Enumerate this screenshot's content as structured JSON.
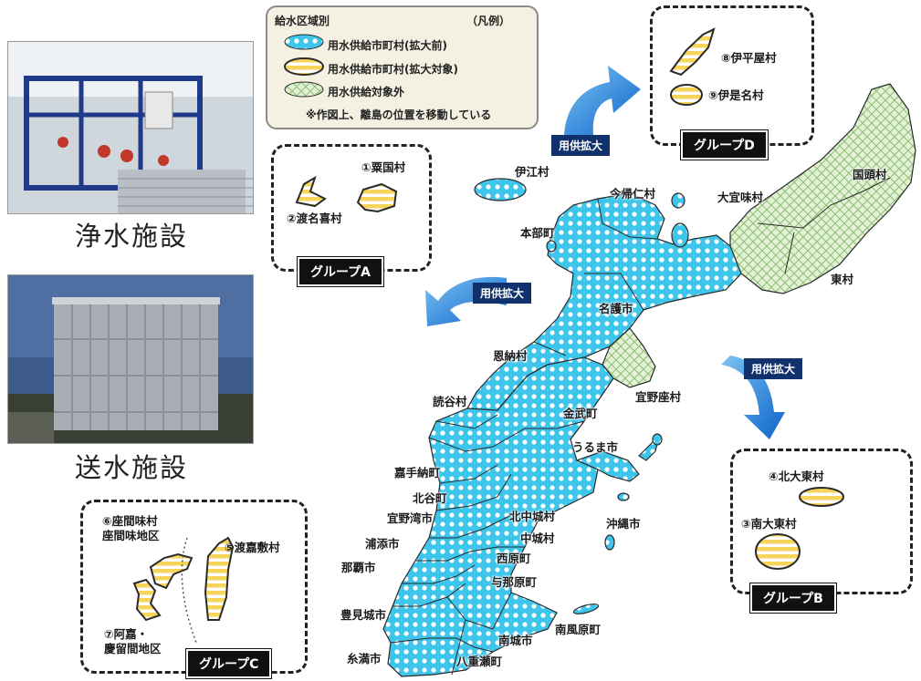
{
  "captions": {
    "water_treatment": "浄水施設",
    "water_transmission": "送水施設"
  },
  "legend": {
    "title": "給水区域別",
    "key_label": "（凡例）",
    "items": [
      {
        "label": "用水供給市町村(拡大前)",
        "style": "blue-dots"
      },
      {
        "label": "用水供給市町村(拡大対象)",
        "style": "yellow-stripes"
      },
      {
        "label": "用水供給対象外",
        "style": "green-crosshatch"
      }
    ],
    "note": "※作図上、離島の位置を移動している"
  },
  "colors": {
    "served": "#3ec5ec",
    "expansion": "#f7d55a",
    "excluded": "#d6ecc4",
    "badge": "#111111",
    "arrow": "#1a7fdc"
  },
  "arrows": {
    "label": "用供拡大"
  },
  "groups": {
    "A": {
      "badge": "グループA",
      "items": [
        "①粟国村",
        "②渡名喜村"
      ]
    },
    "B": {
      "badge": "グループB",
      "items": [
        "④北大東村",
        "③南大東村"
      ]
    },
    "C": {
      "badge": "グループC",
      "items": [
        "⑥座間味村",
        "座間味地区",
        "⑤渡嘉敷村",
        "⑦阿嘉・",
        "慶留間地区"
      ]
    },
    "D": {
      "badge": "グループD",
      "items": [
        "⑧伊平屋村",
        "⑨伊是名村"
      ]
    }
  },
  "map_labels": {
    "ie": "伊江村",
    "nakijin": "今帰仁村",
    "motobu": "本部町",
    "ogimi": "大宜味村",
    "kunigami": "国頭村",
    "higashi": "東村",
    "nago": "名護市",
    "onna": "恩納村",
    "ginoza": "宜野座村",
    "kin": "金武町",
    "yomitan": "読谷村",
    "uruma": "うるま市",
    "kadena": "嘉手納町",
    "chatan": "北谷町",
    "ginowan": "宜野湾市",
    "kitanakagusuku": "北中城村",
    "okinawa": "沖縄市",
    "nakagusuku": "中城村",
    "urasoe": "浦添市",
    "nishihara": "西原町",
    "naha": "那覇市",
    "yonabaru": "与那原町",
    "tomigusuku": "豊見城市",
    "haebaru": "南風原町",
    "nanjo": "南城市",
    "itoman": "糸満市",
    "yaese": "八重瀬町"
  }
}
